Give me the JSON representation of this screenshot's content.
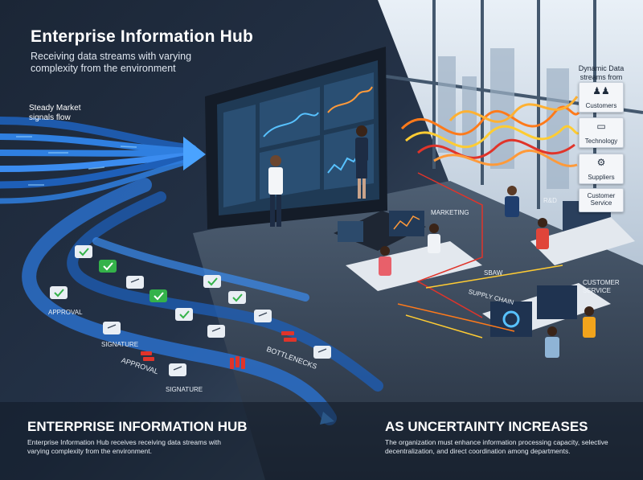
{
  "header": {
    "title": "Enterprise Information Hub",
    "subtitle": "Receiving data streams with varying complexity from the environment"
  },
  "left_flow": {
    "steady_label": "Steady Market signals flow",
    "labels": [
      "APPROVAL",
      "SIGNATURE",
      "APPROVAL",
      "SIGNATURE",
      "BOTTLENECKS"
    ]
  },
  "dynamic": {
    "heading": "Dynamic Data streams from",
    "sources": [
      {
        "label": "Customers",
        "icon": "people-icon"
      },
      {
        "label": "Technology",
        "icon": "laptop-icon"
      },
      {
        "label": "Suppliers",
        "icon": "supplier-icon"
      },
      {
        "label": "Customer Service",
        "icon": ""
      }
    ]
  },
  "departments": [
    "MARKETING",
    "R&D",
    "SBAW",
    "SUPPLY CHAIN",
    "CUSTOMER SERVICE"
  ],
  "bottom_left": {
    "heading": "ENTERPRISE INFORMATION HUB",
    "text": "Enterprise Information Hub receives receiving data streams with varying complexity from the environment."
  },
  "bottom_right": {
    "heading": "AS UNCERTAINTY INCREASES",
    "text": "The organization must enhance information processing capacity, selective decentralization, and direct coordination among departments."
  },
  "colors": {
    "flow_blue": "#2f7fe0",
    "wave_orange": "#ff7a1a",
    "approval_green": "#34b24a",
    "bottleneck_red": "#e0342a"
  }
}
